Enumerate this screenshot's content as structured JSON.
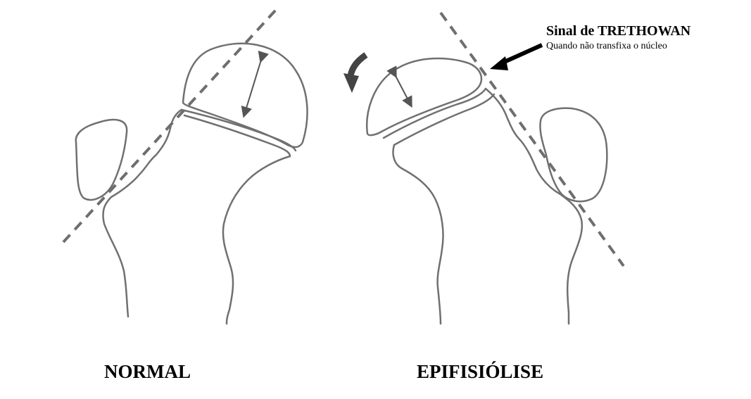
{
  "labels": {
    "normal": "NORMAL",
    "epifisiolise": "EPIFISIÓLISE",
    "sign_title": "Sinal de TRETHOWAN",
    "sign_subtitle": "Quando não transfixa o núcleo"
  },
  "colors": {
    "outline": "#707070",
    "dashed_line": "#6e6e6e",
    "arrow": "#000000"
  }
}
